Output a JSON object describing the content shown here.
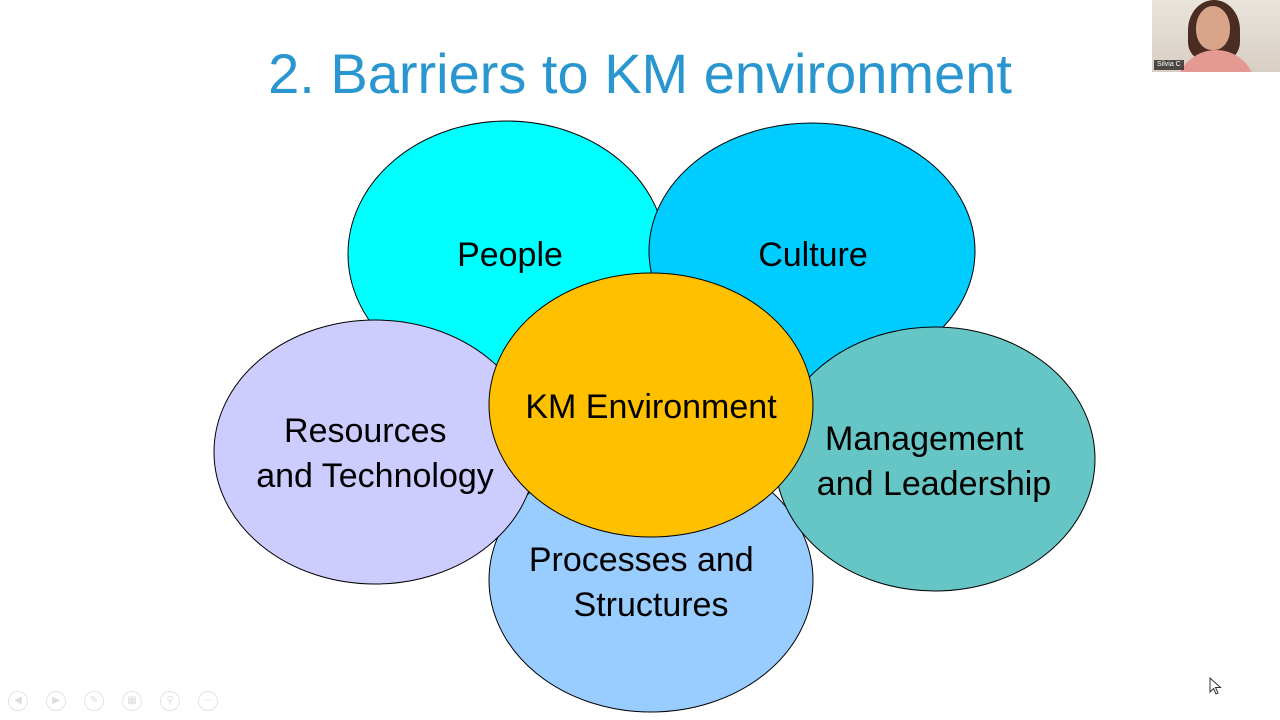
{
  "slide": {
    "title": "2. Barriers to KM environment"
  },
  "diagram": {
    "nodes": [
      {
        "id": "people",
        "lines": [
          "People"
        ],
        "color": "#00ffff"
      },
      {
        "id": "culture",
        "lines": [
          "Culture"
        ],
        "color": "#00ccff"
      },
      {
        "id": "resources",
        "lines": [
          "Resources",
          "and Technology"
        ],
        "color": "#ccccff"
      },
      {
        "id": "management",
        "lines": [
          "Management",
          "and Leadership"
        ],
        "color": "#66c6c6"
      },
      {
        "id": "processes",
        "lines": [
          "Processes and",
          "Structures"
        ],
        "color": "#99ccff"
      },
      {
        "id": "center",
        "lines": [
          "KM Environment"
        ],
        "color": "#ffc000"
      }
    ],
    "outline_color": "#000000"
  },
  "webcam": {
    "name_label": "Silvia C"
  },
  "toolbar": {
    "icons": [
      "prev-icon",
      "next-icon",
      "pen-icon",
      "slides-icon",
      "zoom-icon",
      "more-icon"
    ]
  }
}
